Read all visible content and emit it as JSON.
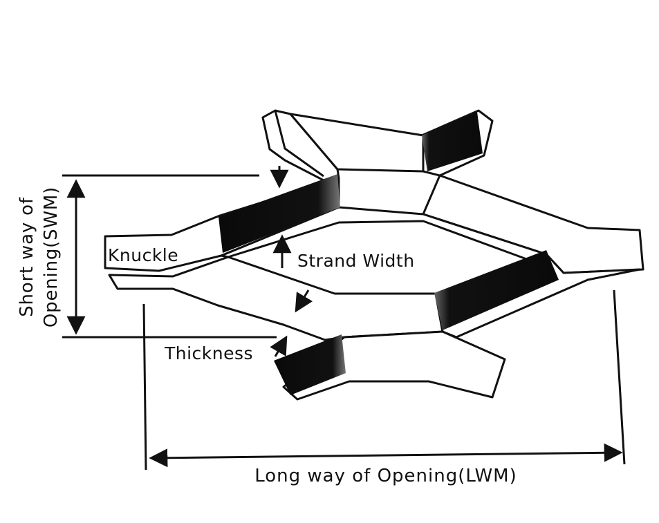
{
  "labels": {
    "knuckle": "Knuckle",
    "strand_width": "Strand Width",
    "thickness": "Thickness",
    "swm_line1": "Short way of",
    "swm_line2": "Opening(SWM)",
    "lwm": "Long way of Opening(LWM)"
  },
  "colors": {
    "ink": "#111111",
    "face_dark": "#0c0c0c",
    "background": "#ffffff"
  }
}
